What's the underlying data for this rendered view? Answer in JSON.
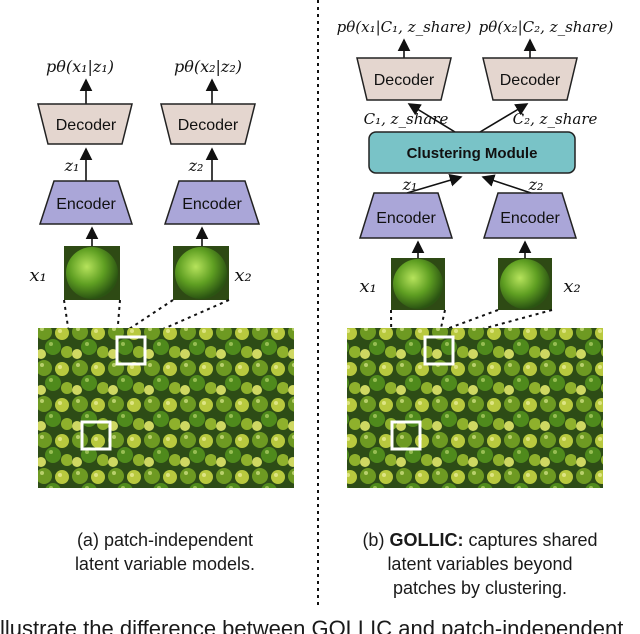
{
  "left_panel": {
    "outputs": [
      "pθ(x₁|z₁)",
      "pθ(x₂|z₂)"
    ],
    "decoder_label": "Decoder",
    "encoder_label": "Encoder",
    "latents": [
      "z₁",
      "z₂"
    ],
    "inputs": [
      "x₁",
      "x₂"
    ],
    "caption_line1": "(a)  patch-independent",
    "caption_line2": "latent variable models."
  },
  "right_panel": {
    "outputs": [
      "pθ(x₁|C₁, z_share)",
      "pθ(x₂|C₂, z_share)"
    ],
    "decoder_label": "Decoder",
    "encoder_label": "Encoder",
    "decoder_inputs": [
      "C₁, z_share",
      "C₂, z_share"
    ],
    "module_label": "Clustering Module",
    "latents": [
      "z₁",
      "z₂"
    ],
    "inputs": [
      "x₁",
      "x₂"
    ],
    "caption_bold": "GOLLIC:",
    "caption_line1_prefix": "(b)",
    "caption_line1_rest": "captures shared",
    "caption_line2": "latent variables beyond",
    "caption_line3": "patches by clustering."
  },
  "bottom_text": "llustrate the difference between GOLLIC and patch-independent",
  "colors": {
    "decoder_fill": "#e4d6cf",
    "encoder_fill": "#aaa6d8",
    "module_fill": "#79c3c7",
    "stroke": "#222222"
  }
}
